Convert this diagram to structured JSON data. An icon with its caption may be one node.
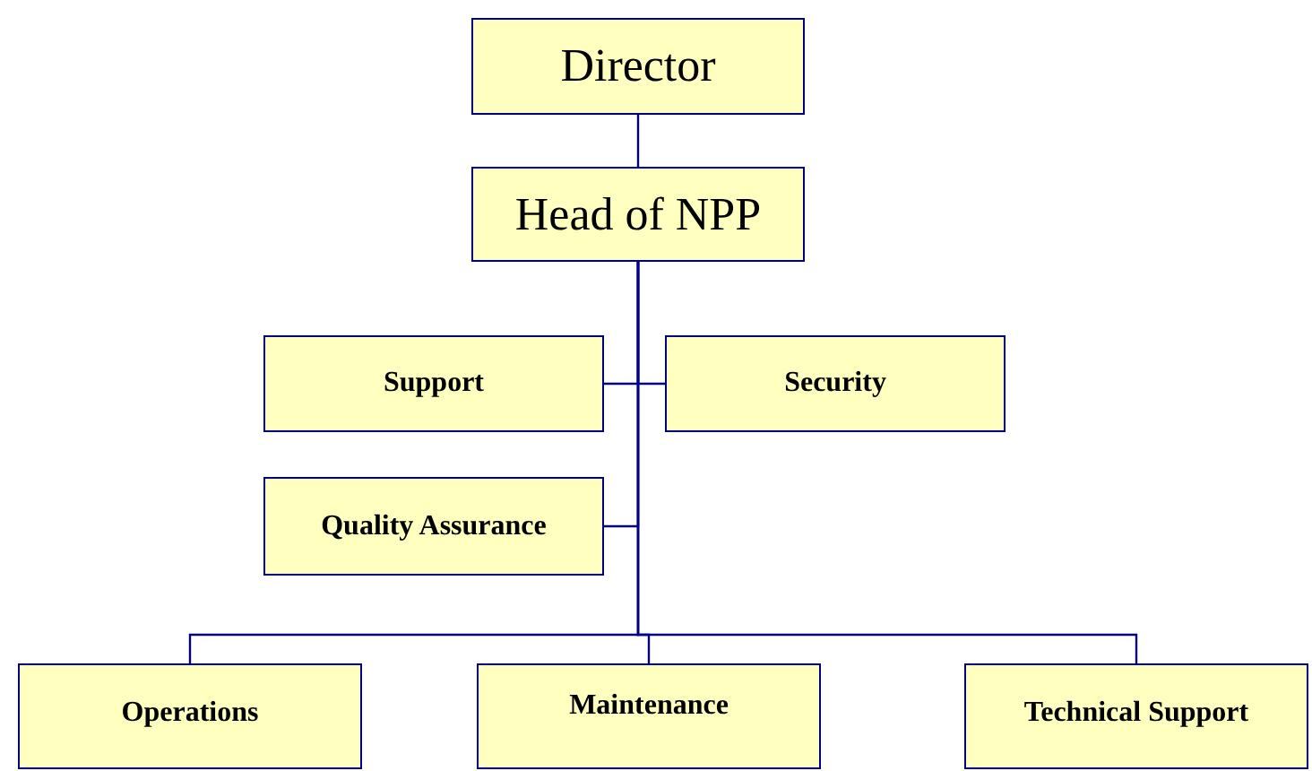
{
  "diagram": {
    "nodes": [
      {
        "text": [
          "Director"
        ]
      },
      {
        "text": [
          "Head of NPP"
        ]
      },
      {
        "text": [
          "Support"
        ]
      },
      {
        "text": [
          "Security"
        ]
      },
      {
        "text": [
          "Quality Assurance"
        ]
      },
      {
        "text": [
          "Operations"
        ]
      },
      {
        "text": [
          "Maintenance"
        ]
      },
      {
        "text": [
          "Technical Support"
        ]
      }
    ],
    "edges": [
      {
        "from": 0,
        "to": 1,
        "arrow": "none"
      },
      {
        "from": 1,
        "to": 2,
        "arrow": "none"
      },
      {
        "from": 1,
        "to": 3,
        "arrow": "none"
      },
      {
        "from": 1,
        "to": 4,
        "arrow": "none"
      },
      {
        "from": 1,
        "to": 5,
        "arrow": "none"
      },
      {
        "from": 1,
        "to": 6,
        "arrow": "none"
      },
      {
        "from": 1,
        "to": 7,
        "arrow": "none"
      }
    ]
  }
}
